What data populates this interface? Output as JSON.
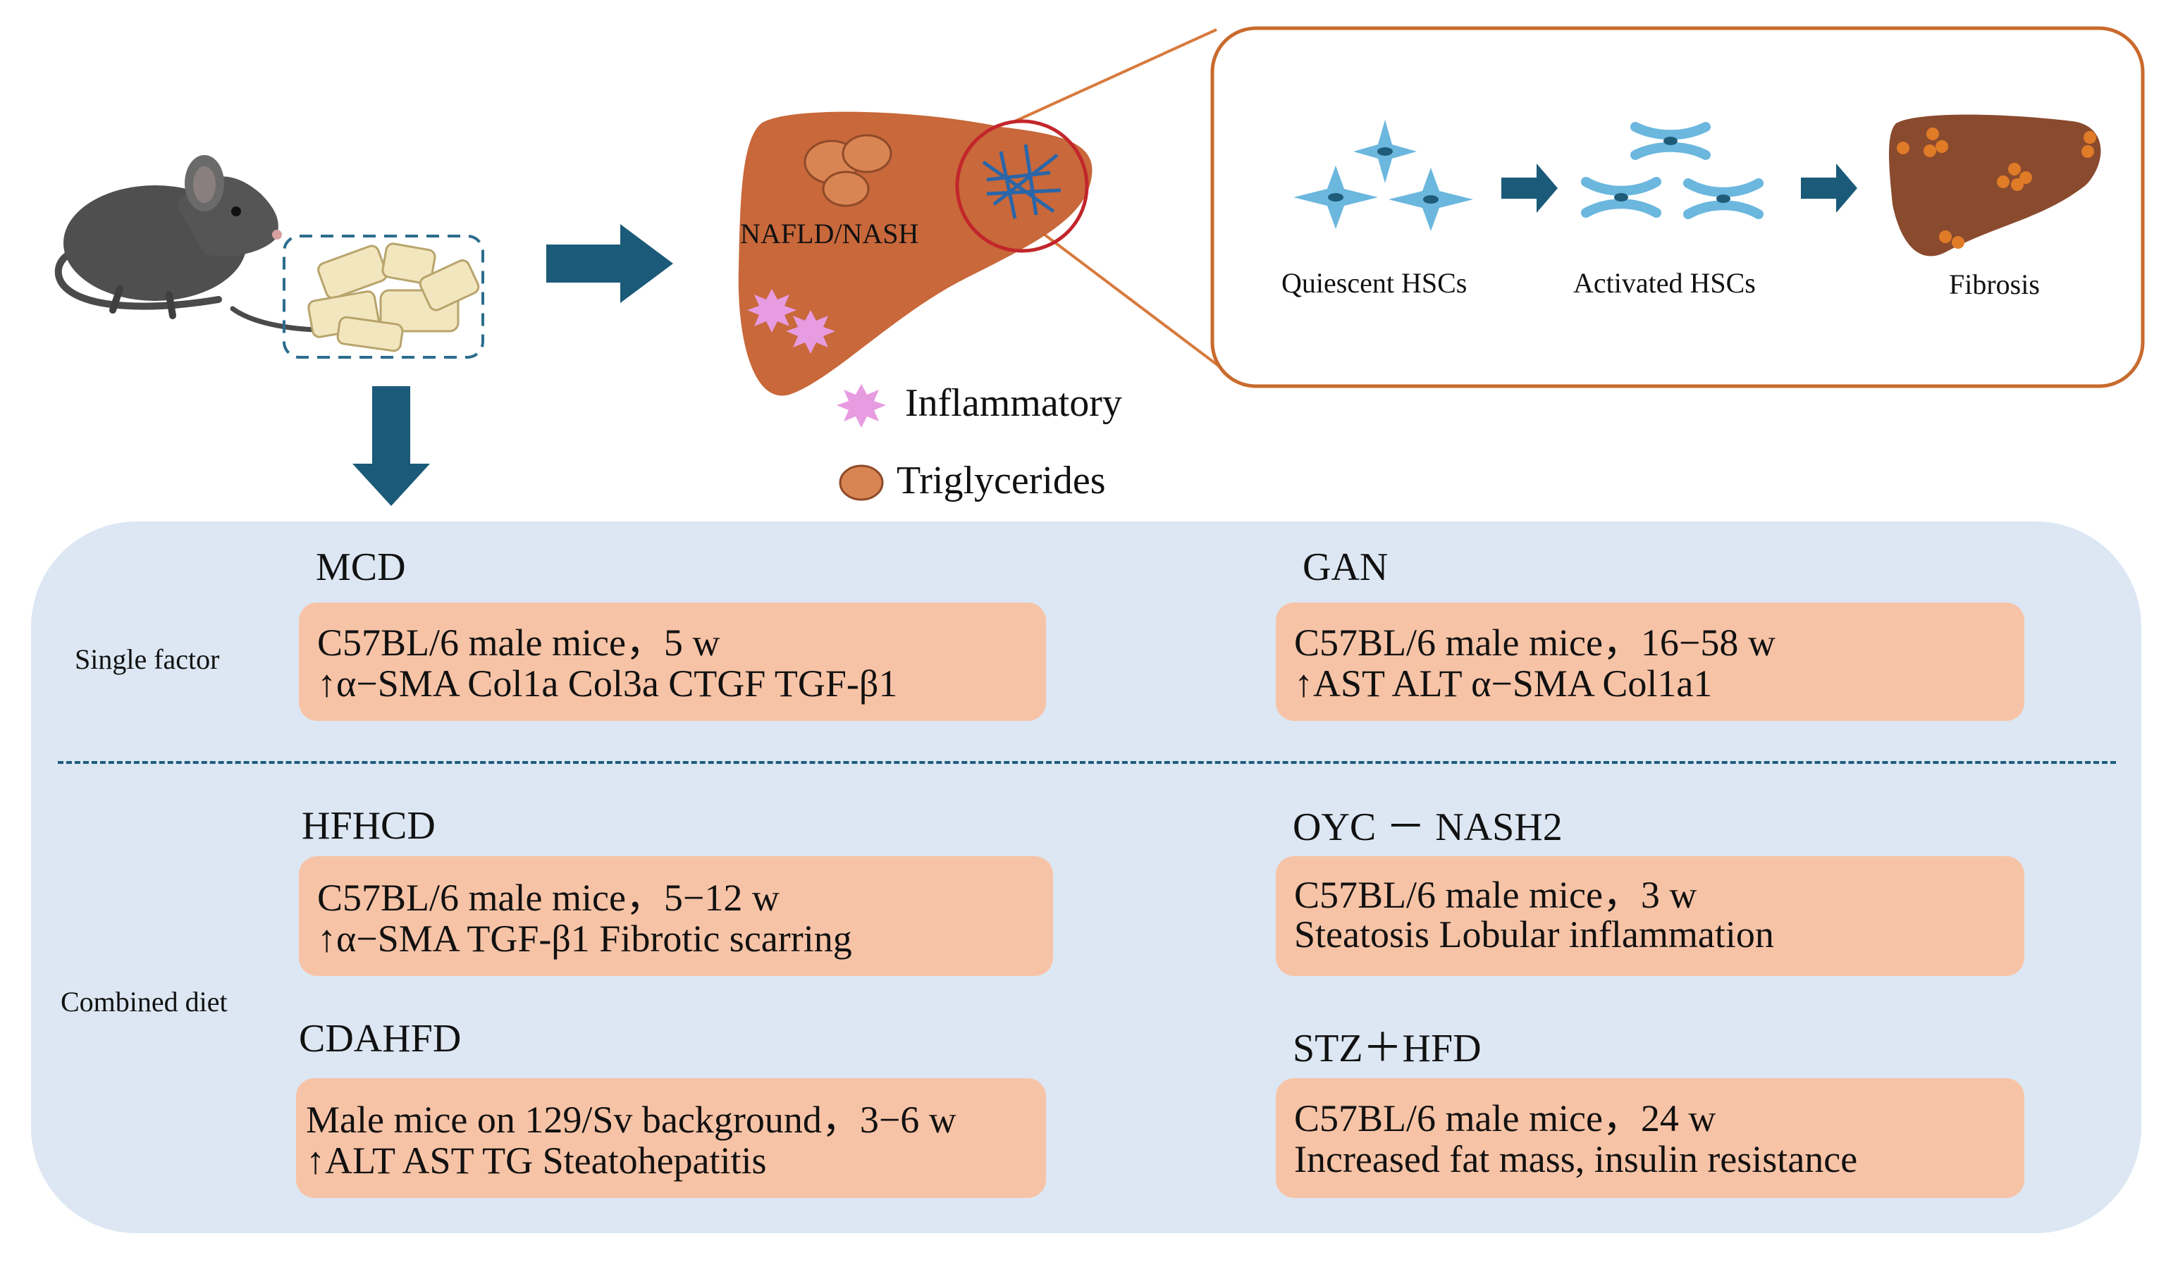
{
  "illustration": {
    "liver_label": "NAFLD/NASH",
    "legend": [
      {
        "label": "Inflammatory",
        "icon": "inflammatory-cell-icon",
        "color": "#e79be0"
      },
      {
        "label": "Triglycerides",
        "icon": "triglyceride-droplet-icon",
        "color": "#d98553"
      }
    ],
    "hsc_stages": [
      {
        "label": "Quiescent HSCs"
      },
      {
        "label": "Activated HSCs"
      },
      {
        "label": "Fibrosis"
      }
    ]
  },
  "rows": {
    "single": {
      "label": "Single factor"
    },
    "combined": {
      "label": "Combined diet"
    }
  },
  "models": {
    "mcd": {
      "name": "MCD",
      "line1": "C57BL/6 male mice，5 w",
      "line2": "↑α−SMA  Col1a  Col3a  CTGF  TGF-β1"
    },
    "gan": {
      "name": "GAN",
      "line1": "C57BL/6 male mice，16−58 w",
      "line2": "↑AST  ALT  α−SMA  Col1a1"
    },
    "hfhcd": {
      "name": "HFHCD",
      "line1": "C57BL/6 male mice，5−12 w",
      "line2": "↑α−SMA  TGF-β1 Fibrotic scarring"
    },
    "oyc": {
      "name": "OYC － NASH2",
      "line1": "C57BL/6 male mice，3 w",
      "line2": "Steatosis Lobular inflammation"
    },
    "cdahfd": {
      "name": "CDAHFD",
      "line1": "Male mice on 129/Sv background，3−6 w",
      "line2": "↑ALT  AST  TG  Steatohepatitis"
    },
    "stz": {
      "name": "STZ＋HFD",
      "line1": "C57BL/6 male mice，24 w",
      "line2": "Increased fat mass, insulin resistance"
    }
  },
  "colors": {
    "arrow": "#1b5a78",
    "panel": "#dce7f3",
    "box": "#f7c3a6",
    "liver": "#c8683b",
    "zoom_border": "#d77a3d",
    "hsc": "#6bb7de",
    "hsc_nucleus": "#1f5c7a"
  }
}
